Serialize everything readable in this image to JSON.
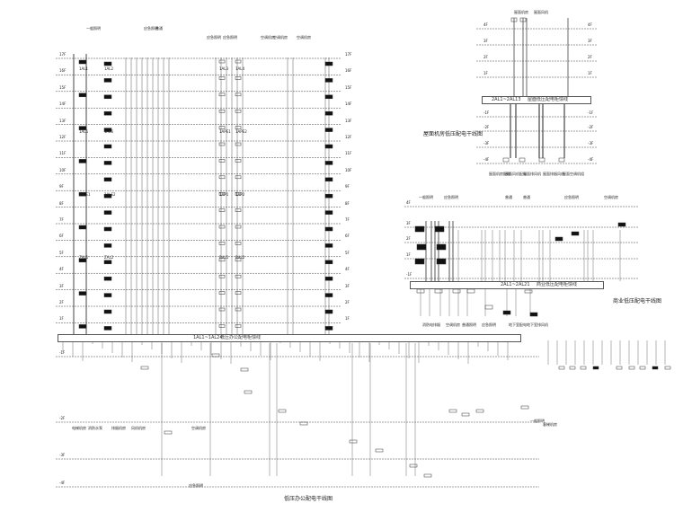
{
  "main_diagram": {
    "title": "低压办公配电干线图",
    "floors_right": [
      "17F",
      "16F",
      "15F",
      "14F",
      "13F",
      "12F",
      "11F",
      "10F",
      "9F",
      "8F",
      "7F",
      "6F",
      "5F",
      "4F",
      "3F",
      "2F",
      "1F"
    ],
    "floors_left": [
      "17F",
      "16F",
      "15F",
      "14F",
      "13F",
      "12F",
      "11F",
      "10F",
      "9F",
      "8F",
      "7F",
      "6F",
      "5F",
      "4F",
      "3F",
      "2F",
      "1F"
    ],
    "basement_floors": [
      "-1F",
      "-2F",
      "-3F",
      "-4F"
    ],
    "bus_label": "1AL1~1AL24",
    "bus_note": "低压办公配电柜馈线",
    "top_labels": [
      "一般照明",
      "应急照明",
      "普通",
      "应急照明",
      "应急照明",
      "空调机房",
      "空调机房",
      "空调机房"
    ],
    "basement_labels": [
      "电梯机房",
      "消防水泵",
      "排烟机房",
      "风机机房",
      "空调机房",
      "一般照明",
      "客梯机房",
      "应急照明"
    ],
    "box_labels": [
      "1AL1",
      "1AL2",
      "1AL3",
      "1AL4",
      "1AL5",
      "1AL6",
      "1APE1",
      "1APE2",
      "1ALE1",
      "1ALE2",
      "1AP1",
      "1AP2",
      "ZAL1",
      "ZAL2",
      "BAL1",
      "BAL2"
    ]
  },
  "roof_diagram": {
    "title": "屋面机房低压配电干线图",
    "floors_left": [
      "4F",
      "3F",
      "2F",
      "1F",
      "-1F",
      "-2F",
      "-3F",
      "-4F"
    ],
    "floors_right": [
      "4F",
      "3F",
      "2F",
      "1F",
      "-1F",
      "-2F",
      "-3F",
      "-4F"
    ],
    "top_labels": [
      "屋面机房",
      "屋面风机"
    ],
    "bus_label": "2AL1~2AL13",
    "bus_note": "屋面低压配电柜馈线",
    "bottom_labels": [
      "屋面机房配电",
      "屋面风机配电",
      "屋面排风机",
      "屋面排烟风机",
      "屋面空调机组"
    ]
  },
  "commercial_diagram": {
    "title": "商业低压配电干线图",
    "floors": [
      "4F",
      "3F",
      "2F",
      "1F",
      "-1F"
    ],
    "top_labels": [
      "一般照明",
      "应急照明",
      "普通",
      "普通",
      "应急照明",
      "空调机房"
    ],
    "bus_label": "2AL1~2AL21",
    "bus_note": "商业低压配电柜馈线",
    "bottom_labels": [
      "消防电",
      "排烟",
      "空调机房",
      "普通照明",
      "应急照明",
      "地下室配电",
      "地下室排风机"
    ]
  }
}
